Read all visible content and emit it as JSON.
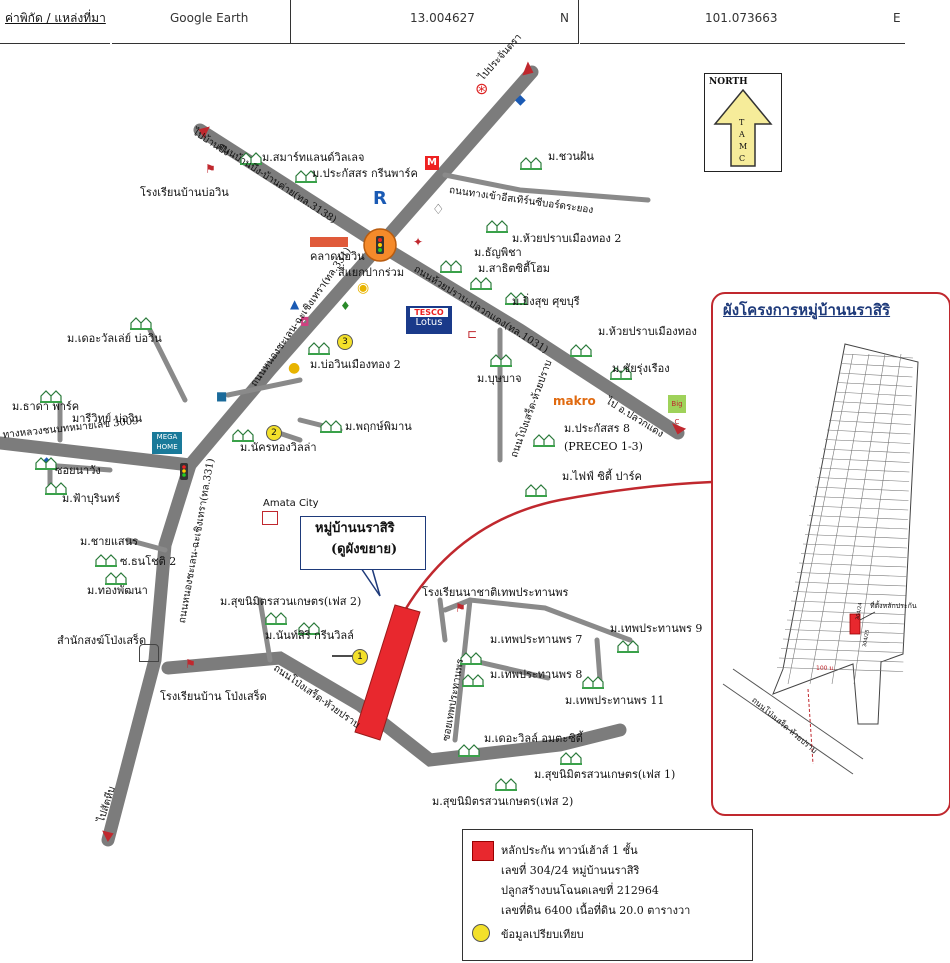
{
  "header": {
    "label": "ค่าพิกัด / แหล่งที่มา",
    "source": "Google Earth",
    "latitude": "13.004627",
    "lat_dir": "N",
    "longitude": "101.073663",
    "lon_dir": "E"
  },
  "north": {
    "top": "NORTH",
    "letters": [
      "T",
      "A",
      "M",
      "C"
    ]
  },
  "callout": {
    "line1": "หมู่บ้านนราสิริ",
    "line2": "(ดูผังขยาย)"
  },
  "inset": {
    "title": "ผังโครงการหมู่บ้านนราสิริ",
    "collateral_label": "ที่ตั้งหลักประกัน",
    "road_label": "ถนนโป่งเสร็ด-ห้วยปราบ",
    "plot_a": "304/24",
    "plot_b": "304/25",
    "dim": "100 ม."
  },
  "legend": {
    "line1": "หลักประกัน ทาวน์เฮ้าส์ 1 ชั้น",
    "line2": "เลขที่ 304/24 หมู่บ้านนราสิริ",
    "line3": "ปลูกสร้างบนโฉนดเลขที่ 212964",
    "line4": "เลขที่ดิน 6400 เนื้อที่ดิน 20.0 ตารางวา",
    "line5": "ข้อมูลเปรียบเทียบ",
    "colors": {
      "collateral": "#e8282e",
      "comparable": "#f3e02a"
    }
  },
  "roads": {
    "r1": "ไปประจันตรา",
    "r2": "ไปบ้านบึง",
    "r3": "ถนนบ้านบึง-บ้านค่าย(ทล.3138)",
    "r4": "ถนนบ้านบึง-บ้านค่าย(ทล.3138)",
    "r5": "ถนนทางเข้าอีสเทิร์นซีบอร์ดระยอง",
    "r6": "ถนนห้วยปราบ-ปลวกแดง(ทล.1031)",
    "r7": "ถนนหนองชะเลน-ฉะเชิงเทรา(ทล.331)",
    "r8": "ไป อ.ปลวกแดง",
    "r9": "ทางหลวงชนบทหมายเลข 3009",
    "r10": "ถนนโป่งเสร็ด-ห้วยปราบ",
    "r11": "ถนนหนองชะเลน-ฉะเชิงเทรา(ทล.331)",
    "r12": "ถนนโป่งเสร็ด-ห้วยปราบ",
    "r13": "ซอยเทพประทานพร",
    "r14": "ไปสัตหีบ"
  },
  "places": {
    "p1": "ม.สมาร์ทแลนด์วิลเลจ",
    "p2": "ม.ประกัสสร กรีนพาร์ค",
    "p3": "โรงเรียนบ้านบ่อวิน",
    "p4": "ม.ชวนฝัน",
    "p5": "ม.ห้วยปราบเมืองทอง 2",
    "p6": "ม.ธัญพิชา",
    "p7": "ม.สาธิตซิตี้โฮม",
    "p8": "คลาดบ่อวิน",
    "p9": "สี่แยกปากร่วม",
    "p10": "ม.ยิ่งสุข ศุขบุรี",
    "p11": "ม.ห้วยปราบเมืองทอง",
    "p12": "ม.เดอะวัลเล่ย์ บ่อวิน",
    "p13": "ม.บ่อวินเมืองทอง 2",
    "p14": "ม.บุษบาจ",
    "p15": "ม.ชัยรุ่งเรือง",
    "p16": "ม.ธาดา พาร์ค",
    "p17": "มารีวิทย์ บ่อวิน",
    "p18": "ม.พฤกษ์พิมาน",
    "p19": "ม.ประกัสสร 8",
    "p20": "(PRECEO 1-3)",
    "p21": "ม.ไฟฟ์ ซิตี้ ปาร์ค",
    "p22": "ซอยนาวัง",
    "p23": "ม.ฟ้าบุรินทร์",
    "p24": "ม.นัครทองวิลล่า",
    "p25": "Amata City",
    "p26": "ม.ชายแสนร",
    "p27": "ซ.ธนโชติ 2",
    "p28": "ม.ทองพัฒนา",
    "p29": "ม.สุขนิมิตรสวนเกษตร(เฟส 2)",
    "p30": "ม.นันท์สิริ กรีนวิลล์",
    "p31": "สำนักสงฆ์โป่งเสร็ด",
    "p32": "โรงเรียนบ้าน โป่งเสร็ด",
    "p33": "โรงเรียนนาชาติเทพประทานพร",
    "p34": "ม.เทพประทานพร 7",
    "p35": "ม.เทพประทานพร 9",
    "p36": "ม.เทพประทานพร 8",
    "p37": "ม.เทพประทานพร 11",
    "p38": "ม.เดอะวิลล์ อมตะซิตี้",
    "p39": "ม.สุขนิมิตรสวนเกษตร(เฟส 1)",
    "p40": "ม.สุขนิมิตรสวนเกษตร(เฟส 2)"
  },
  "brands": {
    "tesco": "TESCO",
    "lotus": "Lotus",
    "makro": "makro",
    "bigc": "Big C",
    "mega": "MEGA",
    "mega2": "HOME"
  },
  "markers": {
    "m1": "1",
    "m2": "2",
    "m3": "3"
  }
}
